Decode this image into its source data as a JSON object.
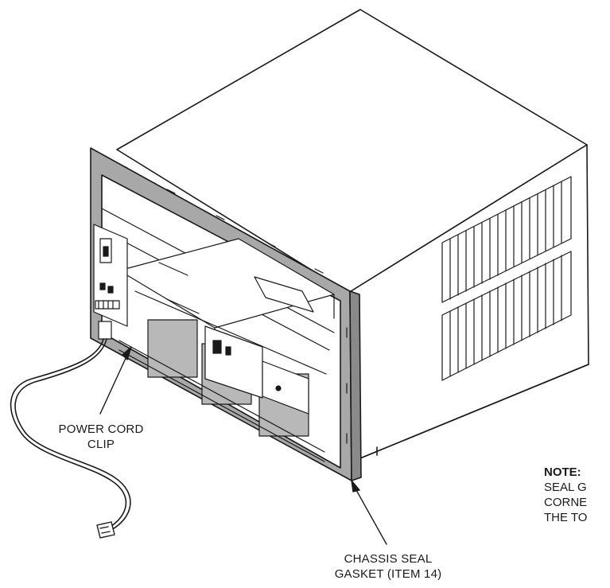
{
  "labels": {
    "power_cord_clip_line1": "POWER CORD",
    "power_cord_clip_line2": "CLIP",
    "chassis_seal_line1": "CHASSIS SEAL",
    "chassis_seal_line2": "GASKET (ITEM 14)"
  },
  "note": {
    "title": "NOTE:",
    "line1": "SEAL G",
    "line2": "CORNE",
    "line3": "THE TO"
  },
  "colors": {
    "line": "#1a1a1a",
    "gasket": "#a8a8a8",
    "background": "#ffffff"
  }
}
